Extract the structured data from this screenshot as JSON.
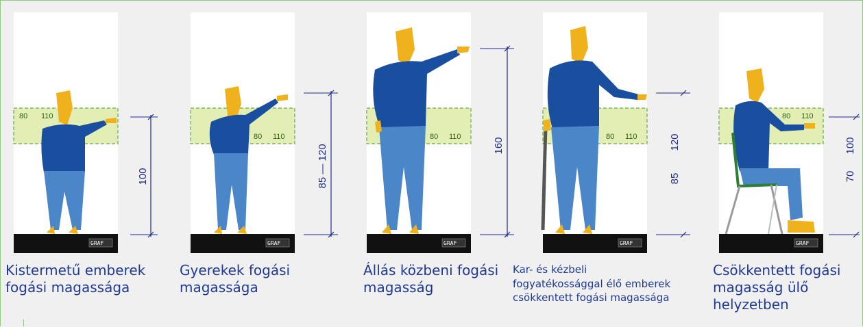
{
  "panels": [
    {
      "caption": [
        "Kistermetű emberek",
        "fogási magassága"
      ],
      "zone_labels": [
        "80",
        "110"
      ],
      "dimension_labels": [
        "100"
      ],
      "brand": "GRAF"
    },
    {
      "caption": [
        "Gyerekek fogási",
        "magassága"
      ],
      "zone_labels": [
        "80",
        "110"
      ],
      "dimension_labels": [
        "85 — 120"
      ],
      "brand": "GRAF"
    },
    {
      "caption": [
        "Állás közbeni fogási",
        "magasság"
      ],
      "zone_labels": [
        "80",
        "110"
      ],
      "dimension_labels": [
        "160"
      ],
      "brand": "GRAF"
    },
    {
      "caption": [
        "Kar- és kézbeli",
        "fogyatékossággal élő emberek",
        "csökkentett fogási magassága"
      ],
      "zone_labels": [
        "80",
        "110"
      ],
      "dimension_labels": [
        "120",
        "85"
      ],
      "brand": "GRAF"
    },
    {
      "caption": [
        "Csökkentett fogási",
        "magasság ülő",
        "helyzetben"
      ],
      "zone_labels": [
        "80",
        "110"
      ],
      "dimension_labels": [
        "100",
        "70"
      ],
      "brand": "GRAF"
    }
  ],
  "colors": {
    "body_blue": "#1a4fa0",
    "legs_blue": "#4a86c8",
    "head_yellow": "#f0b21c",
    "zone_green": "#e3eeb4",
    "zone_border": "#6aa84f",
    "dimension_line": "#1f2a8a",
    "caption_text": "#1f3a93",
    "floor_black": "#111111",
    "panel_white": "#ffffff"
  }
}
